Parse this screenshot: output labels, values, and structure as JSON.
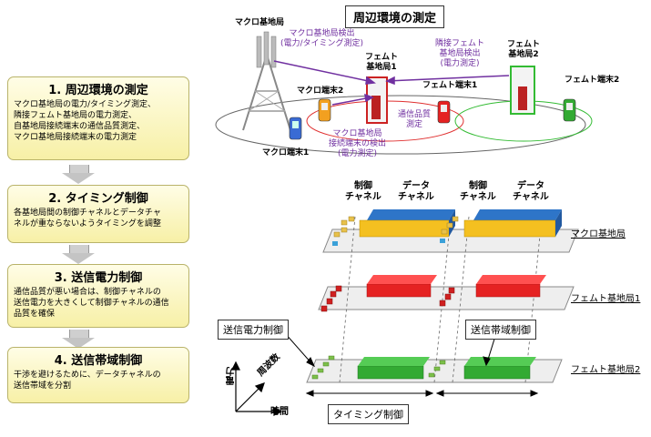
{
  "title": "周辺環境の測定",
  "steps": [
    {
      "title": "1. 周辺環境の測定",
      "desc": [
        "マクロ基地局の電力/タイミング測定、",
        "隣接フェムト基地局の電力測定、",
        "自基地局接続端末の通信品質測定、",
        "マクロ基地局接続端末の電力測定"
      ]
    },
    {
      "title": "2. タイミング制御",
      "desc": [
        "各基地局間の制御チャネルとデータチャ",
        "ネルが重ならないようタイミングを調整"
      ]
    },
    {
      "title": "3. 送信電力制御",
      "desc": [
        "通信品質が悪い場合は、制御チャネルの",
        "送信電力を大きくして制御チャネルの通信",
        "品質を確保"
      ]
    },
    {
      "title": "4. 送信帯域制御",
      "desc": [
        "干渉を避けるために、データチャネルの",
        "送信帯域を分割"
      ]
    }
  ],
  "env": {
    "macro_bs": "マクロ基地局",
    "macro_detect": [
      "マクロ基地局検出",
      "(電力/タイミング測定)"
    ],
    "femto_bs1": [
      "フェムト",
      "基地局1"
    ],
    "femto_bs2": [
      "フェムト",
      "基地局2"
    ],
    "adj_femto_detect": [
      "隣接フェムト",
      "基地局検出",
      "(電力測定)"
    ],
    "femto_term1": "フェムト端末1",
    "femto_term2": "フェムト端末2",
    "macro_term1": "マクロ端末1",
    "macro_term2": "マクロ端末2",
    "quality": [
      "通信品質",
      "測定"
    ],
    "macro_term_detect": [
      "マクロ基地局",
      "接続端末の検出",
      "(電力測定)"
    ]
  },
  "resource": {
    "control_channel": [
      "制御",
      "チャネル"
    ],
    "data_channel": [
      "データ",
      "チャネル"
    ],
    "layers": [
      "マクロ基地局",
      "フェムト基地局1",
      "フェムト基地局2"
    ],
    "power_control": "送信電力制御",
    "band_control": "送信帯域制御",
    "timing_control": "タイミング制御",
    "axis_power": "電力",
    "axis_freq": "周波数",
    "axis_time": "時間"
  },
  "colors": {
    "macro_ctrl": "#e8c14a",
    "macro_data": "#2e75c8",
    "macro_data2": "#f4c020",
    "femto1": "#e52222",
    "femto2": "#33aa33",
    "purple": "#7030a0"
  }
}
